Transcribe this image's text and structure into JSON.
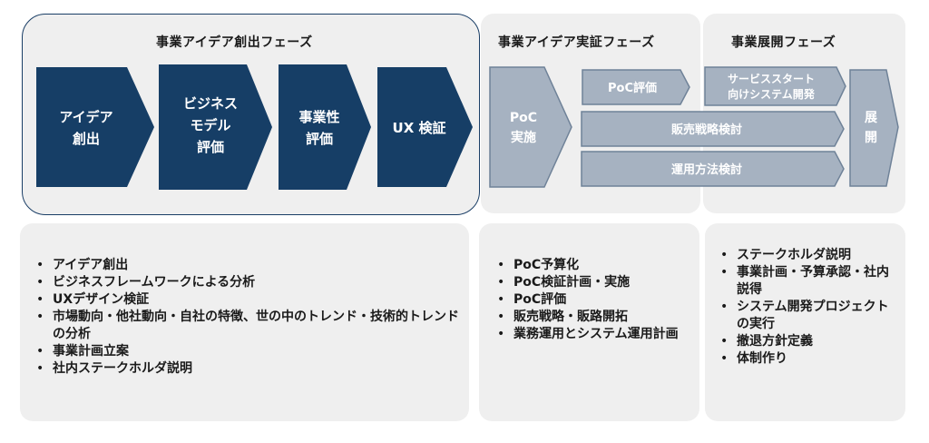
{
  "phases": [
    {
      "title": "事業アイデア創出フェーズ"
    },
    {
      "title": "事業アイデア実証フェーズ"
    },
    {
      "title": "事業展開フェーズ"
    }
  ],
  "steps": {
    "idea_creation": [
      "アイデア",
      "創出"
    ],
    "business_model": [
      "ビジネス",
      "モデル",
      "評価"
    ],
    "viability": [
      "事業性",
      "評価"
    ],
    "ux_validation": [
      "UX 検証"
    ],
    "poc_execution": [
      "PoC",
      "実施"
    ],
    "poc_evaluation": [
      "PoC評価"
    ],
    "service_start": [
      "サービススタート",
      "向けシステム開発"
    ],
    "sales_strategy": [
      "販売戦略検討"
    ],
    "operation_method": [
      "運用方法検討"
    ],
    "rollout": [
      "展",
      "開"
    ]
  },
  "lists": {
    "ideation": [
      "アイデア創出",
      "ビジネスフレームワークによる分析",
      "UXデザイン検証",
      "市場動向・他社動向・自社の特徴、世の中のトレンド・技術的トレンドの分析",
      "事業計画立案",
      "社内ステークホルダ説明"
    ],
    "poc": [
      "PoC予算化",
      "PoC検証計画・実施",
      "PoC評価",
      "販売戦略・販路開拓",
      "業務運用とシステム運用計画"
    ],
    "rollout": [
      "ステークホルダ説明",
      "事業計画・予算承認・社内説得",
      "システム開発プロジェクトの実行",
      "撤退方針定義",
      "体制作り"
    ]
  },
  "colors": {
    "dark_navy": "#163e66",
    "light_grey_blue": "#a6b2c1",
    "pale_grey_blue": "#b5bfcc",
    "panel_grey": "#efefef",
    "text_dark": "#1a1a1a"
  }
}
